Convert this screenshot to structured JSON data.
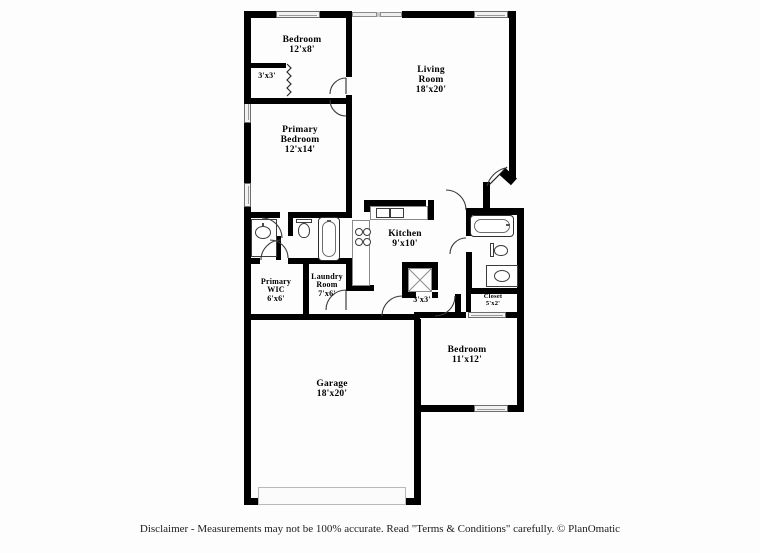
{
  "document": {
    "type": "residential-floor-plan",
    "disclaimer": "Disclaimer - Measurements may not be 100% accurate. Read \"Terms & Conditions\" carefully. © PlanOmatic",
    "background_color": "#ffffff",
    "wall_color": "#000000",
    "text_color": "#000000"
  },
  "rooms": {
    "bedroom2": {
      "name": "Bedroom",
      "dimensions": "12'x8'",
      "label": "Bedroom\n12'x8'"
    },
    "bedroom2_closet": {
      "name": "Closet",
      "dimensions": "3'x3'",
      "label": "3'x3'"
    },
    "living": {
      "name": "Living Room",
      "dimensions": "18'x20'",
      "label": "Living\nRoom\n18'x20'"
    },
    "primary_bedroom": {
      "name": "Primary Bedroom",
      "dimensions": "12'x14'",
      "label": "Primary\nBedroom\n12'x14'"
    },
    "primary_wic": {
      "name": "Primary WIC",
      "dimensions": "6'x6'",
      "label": "Primary\nWIC\n6'x6'"
    },
    "laundry": {
      "name": "Laundry Room",
      "dimensions": "7'x6'",
      "label": "Laundry\nRoom\n7'x6'"
    },
    "kitchen": {
      "name": "Kitchen",
      "dimensions": "9'x10'",
      "label": "Kitchen\n9'x10'"
    },
    "pantry": {
      "name": "Pantry",
      "dimensions": "3'x3'",
      "label": "3'x3'"
    },
    "hall_closet": {
      "name": "Closet",
      "dimensions": "5'x2'",
      "label": "Closet\n5'x2'"
    },
    "bedroom3": {
      "name": "Bedroom",
      "dimensions": "11'x12'",
      "label": "Bedroom\n11'x12'"
    },
    "garage": {
      "name": "Garage",
      "dimensions": "18'x20'",
      "label": "Garage\n18'x20'"
    }
  },
  "fixtures": {
    "primary_bath": [
      "sink-vanity",
      "toilet",
      "bathtub"
    ],
    "hall_bath": [
      "bathtub",
      "toilet",
      "sink-vanity"
    ],
    "kitchen": [
      "double-sink",
      "range-cooktop",
      "counter",
      "pantry-closet"
    ],
    "garage": [
      "overhead-garage-door"
    ]
  },
  "openings": {
    "windows": 6,
    "sliding_glass_door": 1,
    "entry_door": 1,
    "garage_door": 1
  }
}
